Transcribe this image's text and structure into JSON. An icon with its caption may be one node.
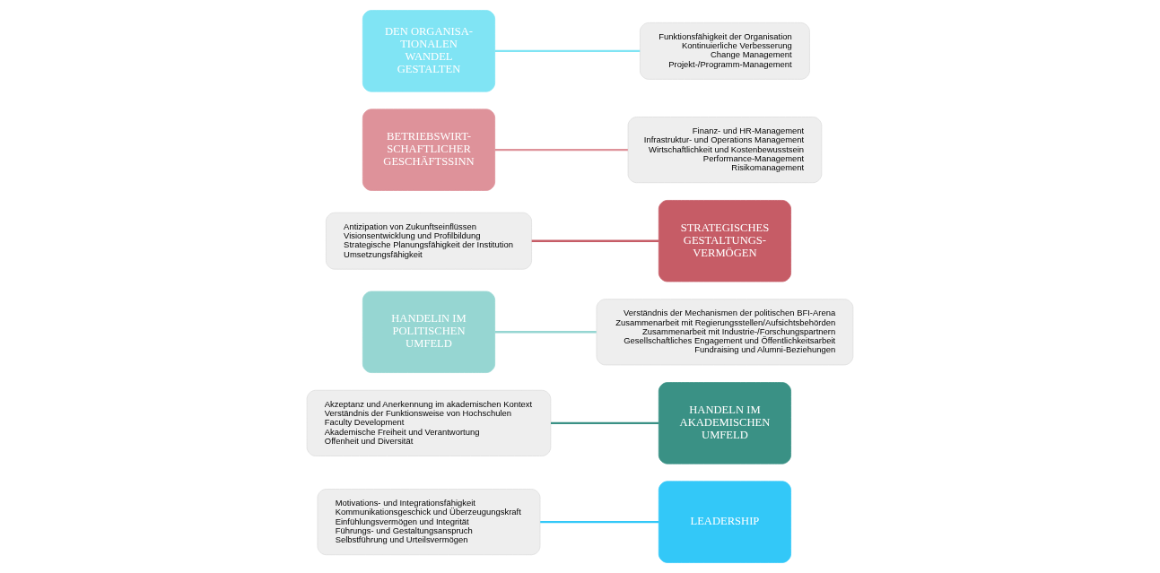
{
  "diagram": {
    "nodes": [
      {
        "text": [
          "Motivations- und Integrationsfähigkeit",
          "Kommunikationsgeschick und Überzeugungskraft",
          "Einfühlungsvermögen und Integrität",
          "Führungs- und Gestaltungsanspruch",
          "Selbstführung und Urteilsvermögen"
        ]
      },
      {
        "text": [
          "LEADERSHIP"
        ]
      },
      {
        "text": [
          "Akzeptanz und Anerkennung im akademischen Kontext",
          "Verständnis der Funktionsweise von Hochschulen",
          "Faculty Development",
          "Akademische Freiheit und Verantwortung",
          "Offenheit und Diversität"
        ]
      },
      {
        "text": [
          "HANDELN IM AKADEMISCHEN UMFELD"
        ]
      },
      {
        "text": [
          "HANDELIN IM POLITISCHEN UMFELD"
        ]
      },
      {
        "text": [
          "Verständnis der Mechanismen der politischen BFI-Arena",
          "Zusammenarbeit mit Regierungsstellen/Aufsichtsbehörden",
          "Zusammenarbeit mit Industrie-/Forschungspartnern",
          "Gesellschaftliches Engagement und Öffentlichkeitsarbeit",
          "Fundraising und Alumni-Beziehungen"
        ]
      },
      {
        "text": [
          "Antizipation von Zukunftseinflüssen",
          "Visionsentwicklung und Profilbildung",
          "Strategische Planungsfähigkeit der Institution",
          "Umsetzungsfähigkeit"
        ]
      },
      {
        "text": [
          "STRATEGISCHES GESTALTUNGS- VERMÖGEN"
        ]
      },
      {
        "text": [
          "BETRIEBSWIRT- SCHAFTLICHER GESCHÄFTSSINN"
        ]
      },
      {
        "text": [
          "Finanz- und HR-Management",
          "Infrastruktur- und Operations Management",
          "Wirtschaftlichkeit und Kostenbewusstsein",
          "Performance-Management",
          "Risikomanagement"
        ]
      },
      {
        "text": [
          "DEN ORGANISA- TIONALEN WANDEL GESTALTEN"
        ]
      },
      {
        "text": [
          "Funktionsfähigkeit der Organisation",
          "Kontinuierliche Verbesserung",
          "Change Management",
          "Projekt-/Programm-Management"
        ]
      }
    ],
    "edges": [
      {
        "from": 0,
        "to": 1,
        "arrow": "none",
        "color": "#33c8f8"
      },
      {
        "from": 2,
        "to": 3,
        "arrow": "none",
        "color": "#3a9185"
      },
      {
        "from": 4,
        "to": 5,
        "arrow": "none",
        "color": "#96d6d2"
      },
      {
        "from": 6,
        "to": 7,
        "arrow": "none",
        "color": "#c65c66"
      },
      {
        "from": 8,
        "to": 9,
        "arrow": "none",
        "color": "#de929a"
      },
      {
        "from": 10,
        "to": 11,
        "arrow": "none",
        "color": "#80e4f4"
      }
    ]
  }
}
